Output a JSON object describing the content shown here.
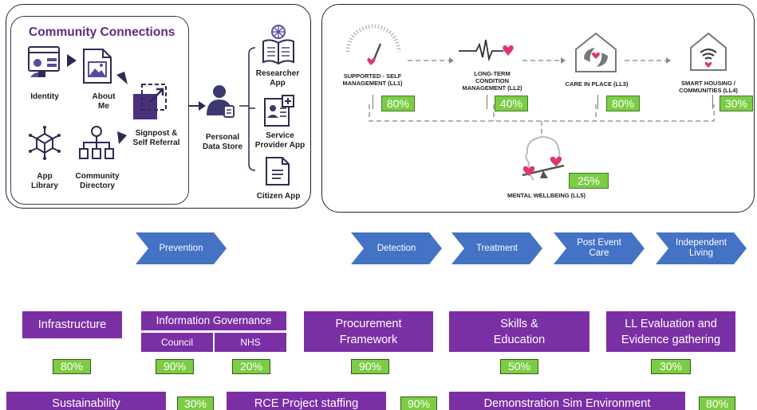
{
  "community": {
    "title": "Community Connections",
    "identity": "Identity",
    "about_me": "About\nMe",
    "signpost": "Signpost &\nSelf Referral",
    "app_library": "App\nLibrary",
    "community_directory": "Community\nDirectory",
    "personal_data_store": "Personal\nData Store",
    "researcher_app": "Researcher\nApp",
    "service_provider_app": "Service\nProvider App",
    "citizen_app": "Citizen App"
  },
  "living_labs": {
    "ll1": {
      "label": "SUPPORTED - SELF\nMANAGEMENT (LL1)",
      "value": "80%"
    },
    "ll2": {
      "label": "LONG-TERM\nCONDITION\nMANAGEMENT (LL2)",
      "value": "40%"
    },
    "ll3": {
      "label": "CARE IN PLACE (LL3)",
      "value": "80%"
    },
    "ll4": {
      "label": "SMART HOUSING /\nCOMMUNITIES (LL4)",
      "value": "30%"
    },
    "ll5": {
      "label": "MENTAL WELLBEING (LL5)",
      "value": "25%"
    }
  },
  "pathway": [
    "Prevention",
    "Detection",
    "Treatment",
    "Post Event\nCare",
    "Independent\nLiving"
  ],
  "workstreams": {
    "infrastructure": {
      "label": "Infrastructure",
      "value": "80%"
    },
    "info_gov": {
      "label": "Information Governance",
      "council": "Council",
      "council_value": "90%",
      "nhs": "NHS",
      "nhs_value": "20%"
    },
    "procurement": {
      "label": "Procurement\nFramework",
      "value": "90%"
    },
    "skills": {
      "label": "Skills &\nEducation",
      "value": "50%"
    },
    "evaluation": {
      "label": "LL Evaluation and\nEvidence gathering",
      "value": "30%"
    },
    "sustainability": {
      "label": "Sustainability",
      "value": "30%"
    },
    "staffing": {
      "label": "RCE Project staffing",
      "value": "90%"
    },
    "sim_env": {
      "label": "Demonstration Sim Environment",
      "value": "80%"
    }
  },
  "colors": {
    "purple": "#7b2fa5",
    "green": "#7ccd44",
    "blue": "#4472c4",
    "pink": "#e0337a"
  }
}
